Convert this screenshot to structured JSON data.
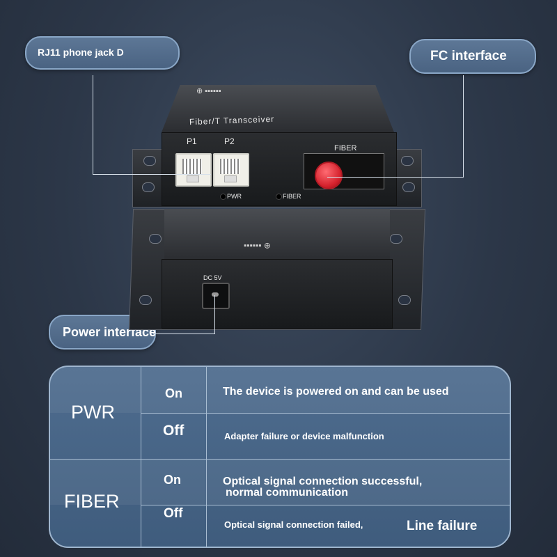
{
  "callouts": {
    "rj11": "RJ11 phone jack D",
    "fc": "FC interface",
    "power": "Power interface"
  },
  "device": {
    "model_text": "Fiber/T Transceiver",
    "port1": "P1",
    "port2": "P2",
    "fiber_label": "FIBER",
    "pwr_led": "PWR",
    "fiber_led": "FIBER",
    "dc_label": "DC 5V"
  },
  "table": {
    "pwr": {
      "label": "PWR",
      "on": "On",
      "on_desc": "The device is powered on and can be used",
      "off": "Off",
      "off_desc": "Adapter failure or device malfunction"
    },
    "fiber": {
      "label": "FIBER",
      "on": "On",
      "on_desc_line1": "Optical signal connection successful,",
      "on_desc_line2": "normal communication",
      "off": "Off",
      "off_desc": "Optical signal connection failed,",
      "off_emph": "Line failure"
    }
  },
  "colors": {
    "background": "#2c3748",
    "callout": "#5373 94",
    "table_bg": "#466485",
    "fc_connector": "#e8343f"
  }
}
